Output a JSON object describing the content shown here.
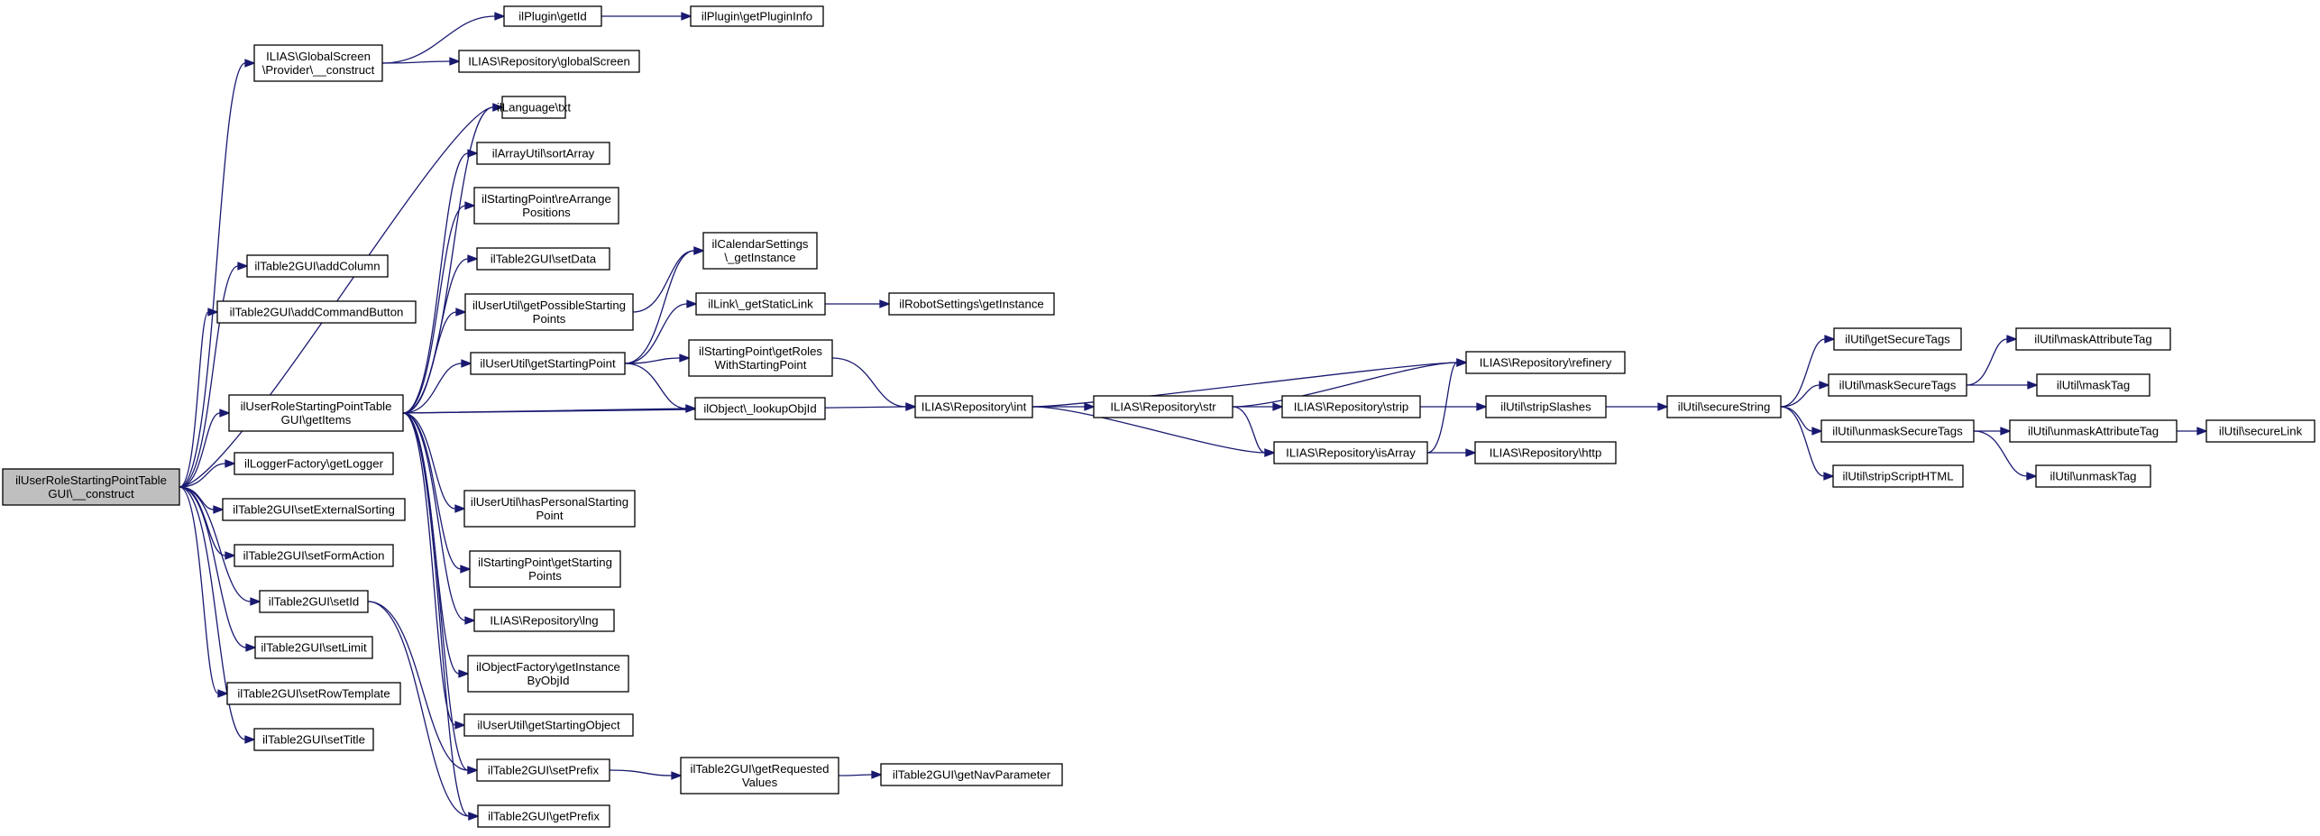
{
  "graph": {
    "colors": {
      "edge": "#191970",
      "root_fill": "#bfbfbf",
      "node_fill": "#ffffff",
      "border": "#000000"
    },
    "nodes": [
      {
        "id": "root",
        "lines": [
          "ilUserRoleStartingPointTable",
          "GUI\\__construct"
        ],
        "root": true
      },
      {
        "id": "gsProv",
        "lines": [
          "ILIAS\\GlobalScreen",
          "\\Provider\\__construct"
        ]
      },
      {
        "id": "pluginGetId",
        "lines": [
          "ilPlugin\\getId"
        ]
      },
      {
        "id": "pluginGetInfo",
        "lines": [
          "ilPlugin\\getPluginInfo"
        ]
      },
      {
        "id": "repoGlobalScreen",
        "lines": [
          "ILIAS\\Repository\\globalScreen"
        ]
      },
      {
        "id": "addColumn",
        "lines": [
          "ilTable2GUI\\addColumn"
        ]
      },
      {
        "id": "addCmdBtn",
        "lines": [
          "ilTable2GUI\\addCommandButton"
        ]
      },
      {
        "id": "getItems",
        "lines": [
          "ilUserRoleStartingPointTable",
          "GUI\\getItems"
        ]
      },
      {
        "id": "getLogger",
        "lines": [
          "ilLoggerFactory\\getLogger"
        ]
      },
      {
        "id": "setExtSort",
        "lines": [
          "ilTable2GUI\\setExternalSorting"
        ]
      },
      {
        "id": "setFormAction",
        "lines": [
          "ilTable2GUI\\setFormAction"
        ]
      },
      {
        "id": "setId",
        "lines": [
          "ilTable2GUI\\setId"
        ]
      },
      {
        "id": "setLimit",
        "lines": [
          "ilTable2GUI\\setLimit"
        ]
      },
      {
        "id": "setRowTpl",
        "lines": [
          "ilTable2GUI\\setRowTemplate"
        ]
      },
      {
        "id": "setTitle",
        "lines": [
          "ilTable2GUI\\setTitle"
        ]
      },
      {
        "id": "langTxt",
        "lines": [
          "ilLanguage\\txt"
        ]
      },
      {
        "id": "sortArray",
        "lines": [
          "ilArrayUtil\\sortArray"
        ]
      },
      {
        "id": "reArrange",
        "lines": [
          "ilStartingPoint\\reArrange",
          "Positions"
        ]
      },
      {
        "id": "setData",
        "lines": [
          "ilTable2GUI\\setData"
        ]
      },
      {
        "id": "possibleSP",
        "lines": [
          "ilUserUtil\\getPossibleStarting",
          "Points"
        ]
      },
      {
        "id": "getSP",
        "lines": [
          "ilUserUtil\\getStartingPoint"
        ]
      },
      {
        "id": "hasPersonalSP",
        "lines": [
          "ilUserUtil\\hasPersonalStarting",
          "Point"
        ]
      },
      {
        "id": "spGetSPs",
        "lines": [
          "ilStartingPoint\\getStarting",
          "Points"
        ]
      },
      {
        "id": "repoLng",
        "lines": [
          "ILIAS\\Repository\\lng"
        ]
      },
      {
        "id": "objFactory",
        "lines": [
          "ilObjectFactory\\getInstance",
          "ByObjId"
        ]
      },
      {
        "id": "getSObj",
        "lines": [
          "ilUserUtil\\getStartingObject"
        ]
      },
      {
        "id": "setPrefix",
        "lines": [
          "ilTable2GUI\\setPrefix"
        ]
      },
      {
        "id": "getPrefix",
        "lines": [
          "ilTable2GUI\\getPrefix"
        ]
      },
      {
        "id": "calSettings",
        "lines": [
          "ilCalendarSettings",
          "\\_getInstance"
        ]
      },
      {
        "id": "staticLink",
        "lines": [
          "ilLink\\_getStaticLink"
        ]
      },
      {
        "id": "robotSettings",
        "lines": [
          "ilRobotSettings\\getInstance"
        ]
      },
      {
        "id": "rolesWithSP",
        "lines": [
          "ilStartingPoint\\getRoles",
          "WithStartingPoint"
        ]
      },
      {
        "id": "lookupObjId",
        "lines": [
          "ilObject\\_lookupObjId"
        ]
      },
      {
        "id": "getReqVals",
        "lines": [
          "ilTable2GUI\\getRequested",
          "Values"
        ]
      },
      {
        "id": "getNavParam",
        "lines": [
          "ilTable2GUI\\getNavParameter"
        ]
      },
      {
        "id": "repoInt",
        "lines": [
          "ILIAS\\Repository\\int"
        ]
      },
      {
        "id": "repoStr",
        "lines": [
          "ILIAS\\Repository\\str"
        ]
      },
      {
        "id": "repoStrip",
        "lines": [
          "ILIAS\\Repository\\strip"
        ]
      },
      {
        "id": "repoRefinery",
        "lines": [
          "ILIAS\\Repository\\refinery"
        ]
      },
      {
        "id": "repoIsArray",
        "lines": [
          "ILIAS\\Repository\\isArray"
        ]
      },
      {
        "id": "repoHttp",
        "lines": [
          "ILIAS\\Repository\\http"
        ]
      },
      {
        "id": "stripSlashes",
        "lines": [
          "ilUtil\\stripSlashes"
        ]
      },
      {
        "id": "secureString",
        "lines": [
          "ilUtil\\secureString"
        ]
      },
      {
        "id": "getSecureTags",
        "lines": [
          "ilUtil\\getSecureTags"
        ]
      },
      {
        "id": "maskSecureTags",
        "lines": [
          "ilUtil\\maskSecureTags"
        ]
      },
      {
        "id": "unmaskSecureTags",
        "lines": [
          "ilUtil\\unmaskSecureTags"
        ]
      },
      {
        "id": "stripScriptHTML",
        "lines": [
          "ilUtil\\stripScriptHTML"
        ]
      },
      {
        "id": "maskAttrTag",
        "lines": [
          "ilUtil\\maskAttributeTag"
        ]
      },
      {
        "id": "maskTag",
        "lines": [
          "ilUtil\\maskTag"
        ]
      },
      {
        "id": "unmaskAttrTag",
        "lines": [
          "ilUtil\\unmaskAttributeTag"
        ]
      },
      {
        "id": "unmaskTag",
        "lines": [
          "ilUtil\\unmaskTag"
        ]
      },
      {
        "id": "secureLink",
        "lines": [
          "ilUtil\\secureLink"
        ]
      }
    ],
    "edges": [
      [
        "root",
        "gsProv"
      ],
      [
        "gsProv",
        "pluginGetId"
      ],
      [
        "pluginGetId",
        "pluginGetInfo"
      ],
      [
        "gsProv",
        "repoGlobalScreen"
      ],
      [
        "root",
        "addColumn"
      ],
      [
        "root",
        "addCmdBtn"
      ],
      [
        "root",
        "getItems"
      ],
      [
        "root",
        "getLogger"
      ],
      [
        "root",
        "setExtSort"
      ],
      [
        "root",
        "setFormAction"
      ],
      [
        "root",
        "setId"
      ],
      [
        "root",
        "setLimit"
      ],
      [
        "root",
        "setRowTpl"
      ],
      [
        "root",
        "setTitle"
      ],
      [
        "root",
        "langTxt"
      ],
      [
        "getItems",
        "langTxt"
      ],
      [
        "getItems",
        "sortArray"
      ],
      [
        "getItems",
        "reArrange"
      ],
      [
        "getItems",
        "setData"
      ],
      [
        "getItems",
        "possibleSP"
      ],
      [
        "getItems",
        "getSP"
      ],
      [
        "getItems",
        "lookupObjId"
      ],
      [
        "getItems",
        "repoInt"
      ],
      [
        "getItems",
        "hasPersonalSP"
      ],
      [
        "getItems",
        "spGetSPs"
      ],
      [
        "getItems",
        "repoLng"
      ],
      [
        "getItems",
        "objFactory"
      ],
      [
        "getItems",
        "getSObj"
      ],
      [
        "getItems",
        "setPrefix"
      ],
      [
        "getItems",
        "getPrefix"
      ],
      [
        "setId",
        "setPrefix"
      ],
      [
        "setId",
        "getPrefix"
      ],
      [
        "possibleSP",
        "calSettings"
      ],
      [
        "getSP",
        "calSettings"
      ],
      [
        "getSP",
        "staticLink"
      ],
      [
        "getSP",
        "rolesWithSP"
      ],
      [
        "getSP",
        "lookupObjId"
      ],
      [
        "staticLink",
        "robotSettings"
      ],
      [
        "rolesWithSP",
        "repoInt"
      ],
      [
        "setPrefix",
        "getReqVals"
      ],
      [
        "getReqVals",
        "getNavParam"
      ],
      [
        "repoInt",
        "repoRefinery"
      ],
      [
        "repoInt",
        "repoStr"
      ],
      [
        "repoInt",
        "repoIsArray"
      ],
      [
        "repoStr",
        "repoRefinery"
      ],
      [
        "repoStr",
        "repoStrip"
      ],
      [
        "repoStr",
        "repoIsArray"
      ],
      [
        "repoStrip",
        "stripSlashes"
      ],
      [
        "repoIsArray",
        "repoRefinery"
      ],
      [
        "repoIsArray",
        "repoHttp"
      ],
      [
        "stripSlashes",
        "secureString"
      ],
      [
        "secureString",
        "getSecureTags"
      ],
      [
        "secureString",
        "maskSecureTags"
      ],
      [
        "secureString",
        "unmaskSecureTags"
      ],
      [
        "secureString",
        "stripScriptHTML"
      ],
      [
        "maskSecureTags",
        "maskAttrTag"
      ],
      [
        "maskSecureTags",
        "maskTag"
      ],
      [
        "unmaskSecureTags",
        "unmaskAttrTag"
      ],
      [
        "unmaskSecureTags",
        "unmaskTag"
      ],
      [
        "unmaskAttrTag",
        "secureLink"
      ]
    ]
  }
}
